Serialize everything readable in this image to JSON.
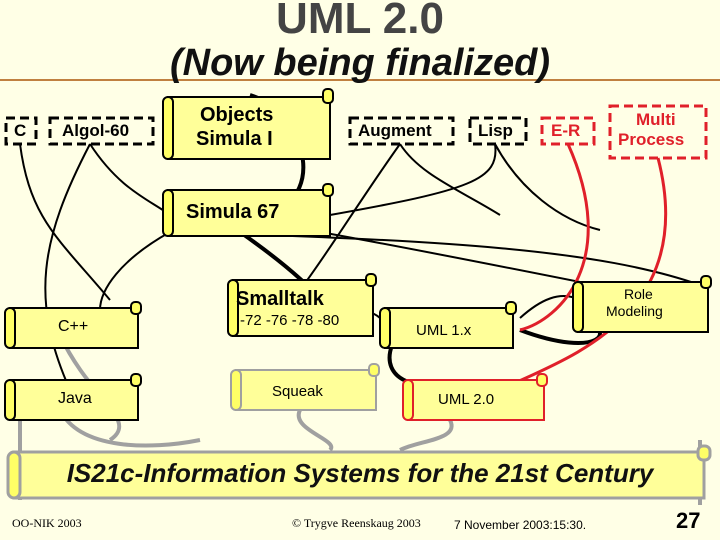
{
  "title": {
    "line1": "UML 2.0",
    "line2": "(Now being finalized)"
  },
  "nodes": {
    "c": "C",
    "algol": "Algol-60",
    "objects_line1": "Objects",
    "objects_line2": "Simula I",
    "augment": "Augment",
    "lisp": "Lisp",
    "er": "E-R",
    "multi_line1": "Multi",
    "multi_line2": "Process",
    "simula67": "Simula 67",
    "smalltalk": "Smalltalk",
    "smalltalk_versions": "-72 -76 -78 -80",
    "role_line1": "Role",
    "role_line2": "Modeling",
    "cpp": "C++",
    "uml1": "UML 1.x",
    "java": "Java",
    "squeak": "Squeak",
    "uml2": "UML 2.0"
  },
  "banner": "IS21c-Information Systems for the 21st Century",
  "footer": {
    "left": "OO-NIK 2003",
    "center": "© Trygve Reenskaug 2003",
    "date": "7 November 2003:15:30.",
    "page": "27"
  },
  "colors": {
    "background": "#ffffe6",
    "scroll": "#ffff99",
    "red": "#e0202a",
    "gray": "#a0a0a0"
  }
}
